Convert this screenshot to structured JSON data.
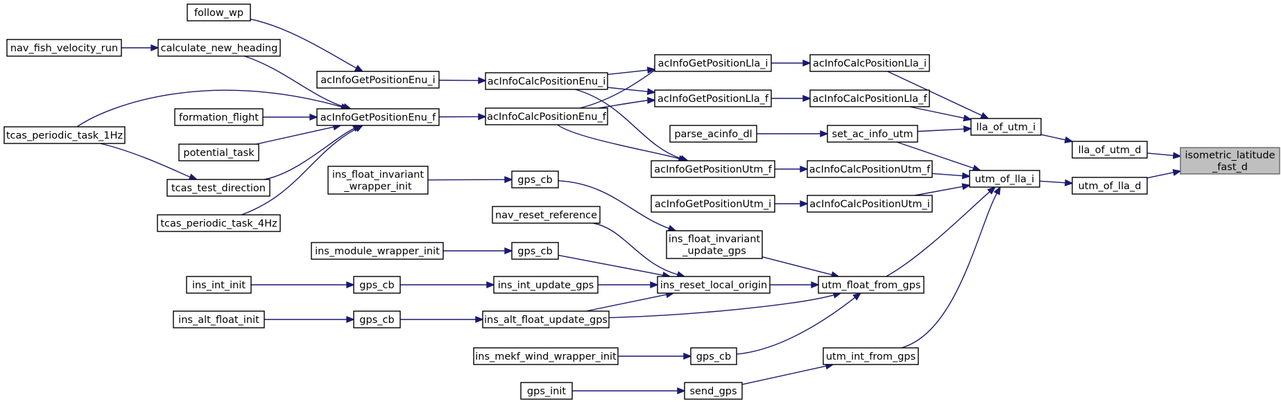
{
  "diagram": {
    "nodes": [
      {
        "id": "isometric_latitude_fast_d",
        "lines": [
          "isometric_latitude",
          "_fast_d"
        ],
        "root": true
      },
      {
        "id": "lla_of_utm_d",
        "lines": [
          "lla_of_utm_d"
        ]
      },
      {
        "id": "utm_of_lla_d",
        "lines": [
          "utm_of_lla_d"
        ]
      },
      {
        "id": "lla_of_utm_i",
        "lines": [
          "lla_of_utm_i"
        ]
      },
      {
        "id": "utm_of_lla_i",
        "lines": [
          "utm_of_lla_i"
        ]
      },
      {
        "id": "acInfoCalcPositionLla_i",
        "lines": [
          "acInfoCalcPositionLla_i"
        ]
      },
      {
        "id": "acInfoCalcPositionLla_f",
        "lines": [
          "acInfoCalcPositionLla_f"
        ]
      },
      {
        "id": "set_ac_info_utm",
        "lines": [
          "set_ac_info_utm"
        ]
      },
      {
        "id": "acInfoCalcPositionUtm_f",
        "lines": [
          "acInfoCalcPositionUtm_f"
        ]
      },
      {
        "id": "acInfoCalcPositionUtm_i",
        "lines": [
          "acInfoCalcPositionUtm_i"
        ]
      },
      {
        "id": "utm_float_from_gps",
        "lines": [
          "utm_float_from_gps"
        ]
      },
      {
        "id": "utm_int_from_gps",
        "lines": [
          "utm_int_from_gps"
        ]
      },
      {
        "id": "acInfoGetPositionLla_i",
        "lines": [
          "acInfoGetPositionLla_i"
        ]
      },
      {
        "id": "acInfoGetPositionLla_f",
        "lines": [
          "acInfoGetPositionLla_f"
        ]
      },
      {
        "id": "parse_acinfo_dl",
        "lines": [
          "parse_acinfo_dl"
        ]
      },
      {
        "id": "acInfoGetPositionUtm_f",
        "lines": [
          "acInfoGetPositionUtm_f"
        ]
      },
      {
        "id": "acInfoGetPositionUtm_i",
        "lines": [
          "acInfoGetPositionUtm_i"
        ]
      },
      {
        "id": "ins_float_invariant_update_gps",
        "lines": [
          "ins_float_invariant",
          "_update_gps"
        ]
      },
      {
        "id": "ins_reset_local_origin",
        "lines": [
          "ins_reset_local_origin"
        ]
      },
      {
        "id": "ins_alt_float_update_gps",
        "lines": [
          "ins_alt_float_update_gps"
        ]
      },
      {
        "id": "gps_cb_mekf",
        "lines": [
          "gps_cb"
        ]
      },
      {
        "id": "send_gps",
        "lines": [
          "send_gps"
        ]
      },
      {
        "id": "acInfoCalcPositionEnu_i",
        "lines": [
          "acInfoCalcPositionEnu_i"
        ]
      },
      {
        "id": "acInfoCalcPositionEnu_f",
        "lines": [
          "acInfoCalcPositionEnu_f"
        ]
      },
      {
        "id": "gps_cb_inv",
        "lines": [
          "gps_cb"
        ]
      },
      {
        "id": "nav_reset_reference",
        "lines": [
          "nav_reset_reference"
        ]
      },
      {
        "id": "gps_cb_mod",
        "lines": [
          "gps_cb"
        ]
      },
      {
        "id": "ins_int_update_gps",
        "lines": [
          "ins_int_update_gps"
        ]
      },
      {
        "id": "ins_mekf_wind_wrapper_init",
        "lines": [
          "ins_mekf_wind_wrapper_init"
        ]
      },
      {
        "id": "gps_init",
        "lines": [
          "gps_init"
        ]
      },
      {
        "id": "acInfoGetPositionEnu_i",
        "lines": [
          "acInfoGetPositionEnu_i"
        ]
      },
      {
        "id": "acInfoGetPositionEnu_f",
        "lines": [
          "acInfoGetPositionEnu_f"
        ]
      },
      {
        "id": "ins_float_invariant_wrapper_init",
        "lines": [
          "ins_float_invariant",
          "_wrapper_init"
        ]
      },
      {
        "id": "ins_module_wrapper_init",
        "lines": [
          "ins_module_wrapper_init"
        ]
      },
      {
        "id": "gps_cb_int",
        "lines": [
          "gps_cb"
        ]
      },
      {
        "id": "gps_cb_alt",
        "lines": [
          "gps_cb"
        ]
      },
      {
        "id": "follow_wp",
        "lines": [
          "follow_wp"
        ]
      },
      {
        "id": "calculate_new_heading",
        "lines": [
          "calculate_new_heading"
        ]
      },
      {
        "id": "formation_flight",
        "lines": [
          "formation_flight"
        ]
      },
      {
        "id": "potential_task",
        "lines": [
          "potential_task"
        ]
      },
      {
        "id": "tcas_test_direction",
        "lines": [
          "tcas_test_direction"
        ]
      },
      {
        "id": "tcas_periodic_task_4Hz",
        "lines": [
          "tcas_periodic_task_4Hz"
        ]
      },
      {
        "id": "ins_int_init",
        "lines": [
          "ins_int_init"
        ]
      },
      {
        "id": "ins_alt_float_init",
        "lines": [
          "ins_alt_float_init"
        ]
      },
      {
        "id": "nav_fish_velocity_run",
        "lines": [
          "nav_fish_velocity_run"
        ]
      },
      {
        "id": "tcas_periodic_task_1Hz",
        "lines": [
          "tcas_periodic_task_1Hz"
        ]
      }
    ],
    "edges": [
      [
        "lla_of_utm_d",
        "isometric_latitude_fast_d"
      ],
      [
        "utm_of_lla_d",
        "isometric_latitude_fast_d"
      ],
      [
        "lla_of_utm_i",
        "lla_of_utm_d"
      ],
      [
        "utm_of_lla_i",
        "utm_of_lla_d"
      ],
      [
        "acInfoCalcPositionLla_i",
        "lla_of_utm_i"
      ],
      [
        "acInfoCalcPositionLla_f",
        "lla_of_utm_i"
      ],
      [
        "set_ac_info_utm",
        "lla_of_utm_i"
      ],
      [
        "set_ac_info_utm",
        "utm_of_lla_i"
      ],
      [
        "acInfoCalcPositionUtm_f",
        "utm_of_lla_i"
      ],
      [
        "acInfoCalcPositionUtm_i",
        "utm_of_lla_i"
      ],
      [
        "utm_float_from_gps",
        "utm_of_lla_i"
      ],
      [
        "utm_int_from_gps",
        "utm_of_lla_i"
      ],
      [
        "acInfoGetPositionLla_i",
        "acInfoCalcPositionLla_i"
      ],
      [
        "acInfoGetPositionLla_f",
        "acInfoCalcPositionLla_f"
      ],
      [
        "parse_acinfo_dl",
        "set_ac_info_utm"
      ],
      [
        "acInfoGetPositionUtm_f",
        "acInfoCalcPositionUtm_f"
      ],
      [
        "acInfoGetPositionUtm_i",
        "acInfoCalcPositionUtm_i"
      ],
      [
        "ins_float_invariant_update_gps",
        "utm_float_from_gps"
      ],
      [
        "ins_reset_local_origin",
        "utm_float_from_gps"
      ],
      [
        "ins_alt_float_update_gps",
        "utm_float_from_gps"
      ],
      [
        "gps_cb_mekf",
        "utm_float_from_gps"
      ],
      [
        "send_gps",
        "utm_int_from_gps"
      ],
      [
        "acInfoCalcPositionEnu_i",
        "acInfoGetPositionLla_i"
      ],
      [
        "acInfoCalcPositionEnu_i",
        "acInfoGetPositionLla_f"
      ],
      [
        "acInfoCalcPositionEnu_i",
        "acInfoGetPositionUtm_f"
      ],
      [
        "acInfoCalcPositionEnu_f",
        "acInfoGetPositionLla_i"
      ],
      [
        "acInfoCalcPositionEnu_f",
        "acInfoGetPositionLla_f"
      ],
      [
        "acInfoCalcPositionEnu_f",
        "acInfoGetPositionUtm_f"
      ],
      [
        "gps_cb_inv",
        "ins_float_invariant_update_gps"
      ],
      [
        "nav_reset_reference",
        "ins_reset_local_origin"
      ],
      [
        "gps_cb_mod",
        "ins_reset_local_origin"
      ],
      [
        "ins_int_update_gps",
        "ins_reset_local_origin"
      ],
      [
        "ins_alt_float_update_gps",
        "ins_reset_local_origin"
      ],
      [
        "ins_mekf_wind_wrapper_init",
        "gps_cb_mekf"
      ],
      [
        "gps_init",
        "send_gps"
      ],
      [
        "acInfoGetPositionEnu_i",
        "acInfoCalcPositionEnu_i"
      ],
      [
        "acInfoGetPositionEnu_f",
        "acInfoCalcPositionEnu_f"
      ],
      [
        "ins_float_invariant_wrapper_init",
        "gps_cb_inv"
      ],
      [
        "ins_module_wrapper_init",
        "gps_cb_mod"
      ],
      [
        "gps_cb_int",
        "ins_int_update_gps"
      ],
      [
        "gps_cb_alt",
        "ins_alt_float_update_gps"
      ],
      [
        "follow_wp",
        "acInfoGetPositionEnu_i"
      ],
      [
        "calculate_new_heading",
        "acInfoGetPositionEnu_f"
      ],
      [
        "formation_flight",
        "acInfoGetPositionEnu_f"
      ],
      [
        "potential_task",
        "acInfoGetPositionEnu_f"
      ],
      [
        "tcas_test_direction",
        "acInfoGetPositionEnu_f"
      ],
      [
        "tcas_periodic_task_4Hz",
        "acInfoGetPositionEnu_f"
      ],
      [
        "tcas_periodic_task_1Hz",
        "acInfoGetPositionEnu_f"
      ],
      [
        "ins_int_init",
        "gps_cb_int"
      ],
      [
        "ins_alt_float_init",
        "gps_cb_alt"
      ],
      [
        "nav_fish_velocity_run",
        "calculate_new_heading"
      ],
      [
        "tcas_periodic_task_1Hz",
        "tcas_test_direction"
      ]
    ]
  }
}
